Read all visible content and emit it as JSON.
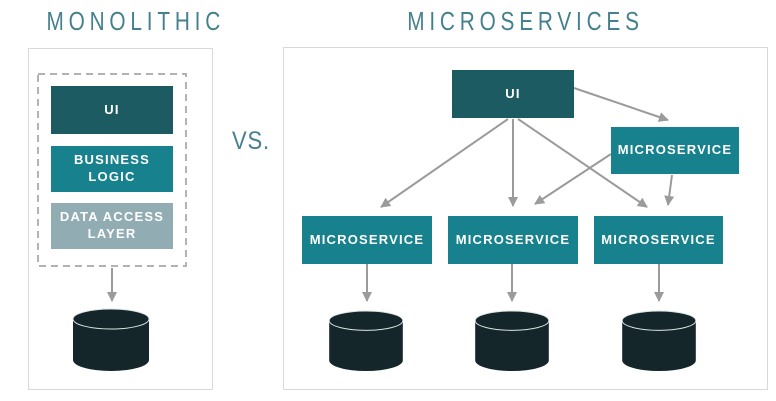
{
  "titles": {
    "left": "MONOLITHIC",
    "right": "MICROSERVICES",
    "vs": "VS."
  },
  "monolith": {
    "layers": [
      {
        "label": "UI"
      },
      {
        "label": "BUSINESS LOGIC"
      },
      {
        "label": "DATA ACCESS LAYER"
      }
    ]
  },
  "micro": {
    "ui": "UI",
    "right_node": "MICROSERVICE",
    "bottom_nodes": [
      "MICROSERVICE",
      "MICROSERVICE",
      "MICROSERVICE"
    ]
  },
  "icons": {
    "database": "database-cylinder",
    "connector": "gray-arrow"
  },
  "colors": {
    "teal_dark": "#1d5b63",
    "teal": "#17828e",
    "gray_blue": "#91acb3",
    "database": "#15262b",
    "arrow": "#9b9b9b",
    "panel_border": "#d9d9d9",
    "dashed": "#b3b3b3",
    "title_text": "#45808e",
    "label_text": "#ffffff",
    "cyl_highlight": "#dde4e4",
    "page_bg": "#ffffff"
  }
}
